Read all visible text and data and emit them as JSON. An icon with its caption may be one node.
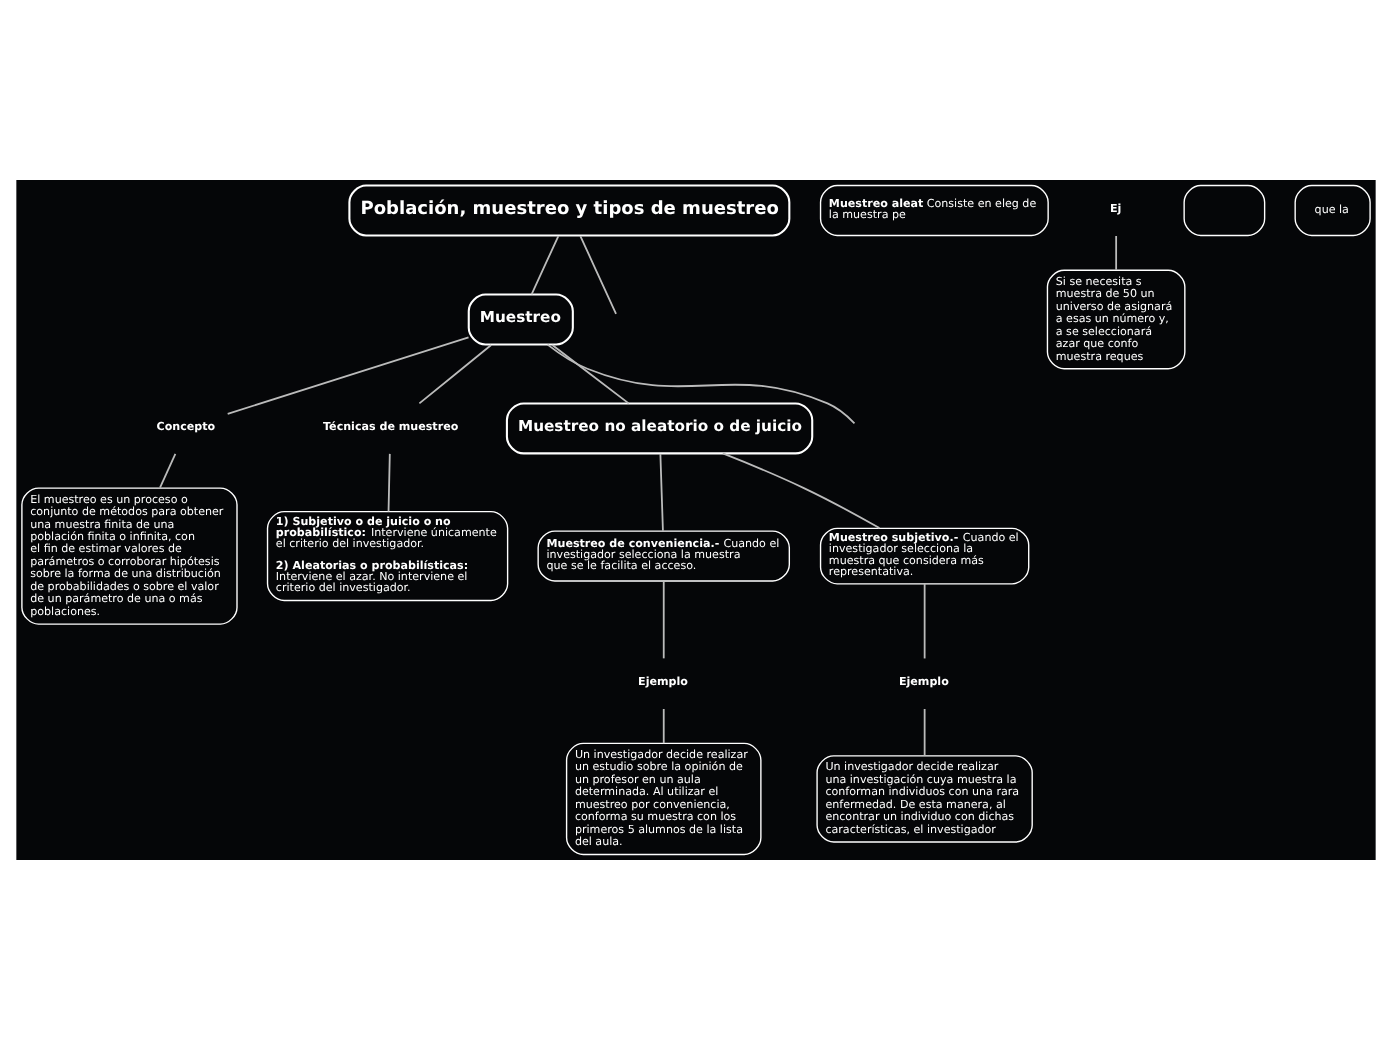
{
  "diagram": {
    "nodes": [
      {
        "text": [
          "Población, muestreo y tipos de muestreo"
        ]
      },
      {
        "text": [
          "Muestreo"
        ]
      },
      {
        "text": [
          "Concepto"
        ]
      },
      {
        "text": [
          "Técnicas de muestreo"
        ]
      },
      {
        "text": [
          "El muestreo es un proceso o conjunto de métodos para obtener una muestra finita de una población finita o infinita, con el fin de estimar valores de parámetros o corroborar hipótesis sobre la forma de una distribución de probabilidades o sobre el valor de un parámetro de una o más poblaciones."
        ]
      },
      {
        "text": [
          "**1) Subjetivo o de juicio o no probabilístico:** Interviene únicamente el criterio del investigador.",
          "**2) Aleatorias o probabilísticas:** Interviene el azar. No interviene el criterio del investigador."
        ]
      },
      {
        "text": [
          "Muestreo no aleatorio o de juicio"
        ]
      },
      {
        "text": [
          "**Muestreo de conveniencia.-** Cuando el investigador selecciona la muestra que se le facilita el acceso."
        ]
      },
      {
        "text": [
          "**Muestreo subjetivo.-** Cuando el investigador selecciona la muestra que considera más representativa."
        ]
      },
      {
        "text": [
          "**Muestreo aleat** Consiste en eleg de la muestra pe"
        ]
      },
      {
        "text": [
          "Ejemplo"
        ]
      },
      {
        "text": [
          "Un investigador decide realizar un estudio sobre la opinión de un profesor en un aula determinada. Al utilizar el muestreo por conveniencia, conforma su muestra con los primeros 5 alumnos de la lista del aula."
        ]
      },
      {
        "text": [
          "Ejemplo"
        ]
      },
      {
        "text": [
          "Un investigador decide realizar una investigación cuya muestra la conforman individuos con una rara enfermedad. De esta manera, al encontrar un individuo con dichas características, el investigador"
        ]
      },
      {
        "text": [
          "Ej"
        ]
      },
      {
        "text": [
          "Si se necesita s muestra de 50 un universo de asignará a esas un número y, a se seleccionará azar que confo muestra reques"
        ]
      },
      {
        "text": [],
        "shape": "box"
      },
      {
        "text": [
          "que la"
        ]
      }
    ],
    "edges": [
      {
        "from": 0,
        "to": null,
        "arrow": "none"
      },
      {
        "from": 0,
        "to": 1,
        "arrow": "none"
      },
      {
        "from": 1,
        "to": 2,
        "arrow": "none"
      },
      {
        "from": 1,
        "to": 3,
        "arrow": "none"
      },
      {
        "from": 1,
        "to": 6,
        "arrow": "none"
      },
      {
        "from": 1,
        "to": null,
        "arrow": "none"
      },
      {
        "from": 2,
        "to": 4,
        "arrow": "none"
      },
      {
        "from": 3,
        "to": 5,
        "arrow": "none"
      },
      {
        "from": 6,
        "to": 7,
        "arrow": "none"
      },
      {
        "from": 6,
        "to": 8,
        "arrow": "none"
      },
      {
        "from": 7,
        "to": 10,
        "arrow": "none"
      },
      {
        "from": 10,
        "to": 11,
        "arrow": "none"
      },
      {
        "from": 8,
        "to": 12,
        "arrow": "none"
      },
      {
        "from": 12,
        "to": 13,
        "arrow": "none"
      },
      {
        "from": 14,
        "to": 15,
        "arrow": "none"
      }
    ]
  }
}
